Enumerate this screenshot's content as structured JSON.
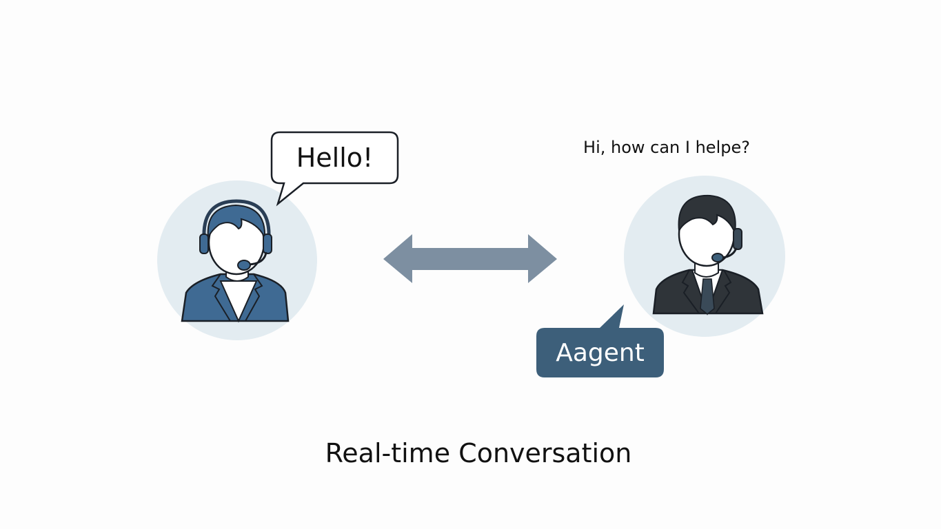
{
  "customer_bubble": {
    "text": "Hello!"
  },
  "agent_speech": {
    "text": "Hi, how can I helpe?"
  },
  "agent_label": {
    "text": "Aagent"
  },
  "caption": {
    "text": "Real-time Conversation"
  },
  "colors": {
    "circle_bg": "#e3ecf1",
    "customer_suit": "#3f6a93",
    "agent_suit": "#2f3439",
    "arrow": "#7d8fa1",
    "agent_tag_bg": "#3d5f7a",
    "outline": "#1a1f26"
  }
}
